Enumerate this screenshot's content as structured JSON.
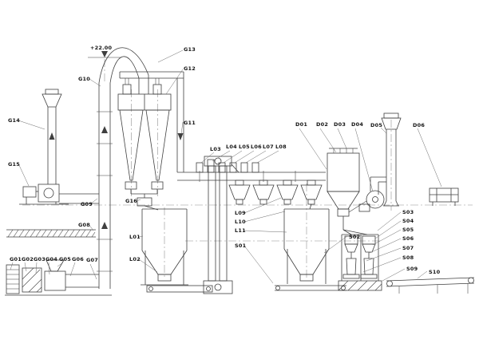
{
  "diagram": {
    "background": "#ffffff",
    "line_color": "#3f3f3f",
    "centerline_color": "#909090",
    "label_color": "#141414"
  },
  "labels": {
    "elevation": "+22.00",
    "G01": "G01",
    "G02": "G02",
    "G03": "G03",
    "G04": "G04",
    "G05": "G05",
    "G06": "G06",
    "G07": "G07",
    "G08": "G08",
    "G09": "G09",
    "G10": "G10",
    "G11": "G11",
    "G12": "G12",
    "G13": "G13",
    "G14": "G14",
    "G15": "G15",
    "G16": "G16",
    "L01": "L01",
    "L02": "L02",
    "L03": "L03",
    "L04": "L04",
    "L05": "L05",
    "L06": "L06",
    "L07": "L07",
    "L08": "L08",
    "L09": "L09",
    "L10": "L10",
    "L11": "L11",
    "S01": "S01",
    "S02": "S02",
    "S03": "S03",
    "S04": "S04",
    "S05": "S05",
    "S06": "S06",
    "S07": "S07",
    "S08": "S08",
    "S09": "S09",
    "S10": "S10",
    "D01": "D01",
    "D02": "D02",
    "D03": "D03",
    "D04": "D04",
    "D05": "D05",
    "D06": "D06"
  }
}
